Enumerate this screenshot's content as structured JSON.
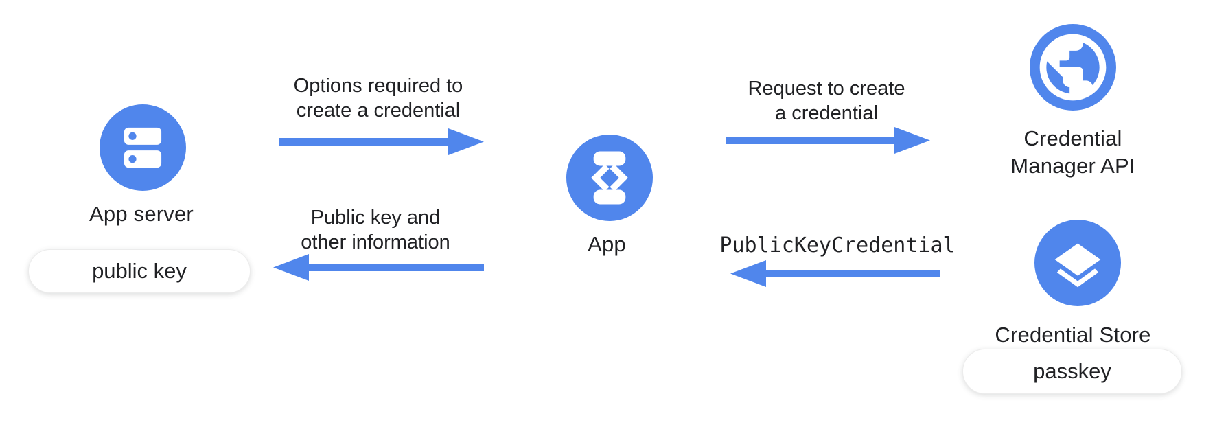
{
  "colors": {
    "blue": "#5086EC",
    "text": "#202124",
    "pill_background": "#ffffff"
  },
  "nodes": {
    "app_server": {
      "label": "App server",
      "icon": "server-icon",
      "badge": "public key"
    },
    "app": {
      "label": "App",
      "icon": "phone-code-icon"
    },
    "credential_manager_api": {
      "label_line1": "Credential",
      "label_line2": "Manager API",
      "icon": "globe-icon"
    },
    "credential_store": {
      "label": "Credential Store",
      "icon": "layers-icon",
      "badge": "passkey"
    }
  },
  "arrows": {
    "options": {
      "direction": "right",
      "from": "App server",
      "to": "App",
      "label_line1": "Options required to",
      "label_line2": "create a credential"
    },
    "public_key_info": {
      "direction": "left",
      "from": "App",
      "to": "App server",
      "label_line1": "Public key and",
      "label_line2": "other information"
    },
    "request_create": {
      "direction": "right",
      "from": "App",
      "to": "Credential Manager API",
      "label_line1": "Request to create",
      "label_line2": "a credential"
    },
    "public_key_credential": {
      "direction": "left",
      "from": "Credential Store",
      "to": "App",
      "label": "PublicKeyCredential"
    }
  }
}
